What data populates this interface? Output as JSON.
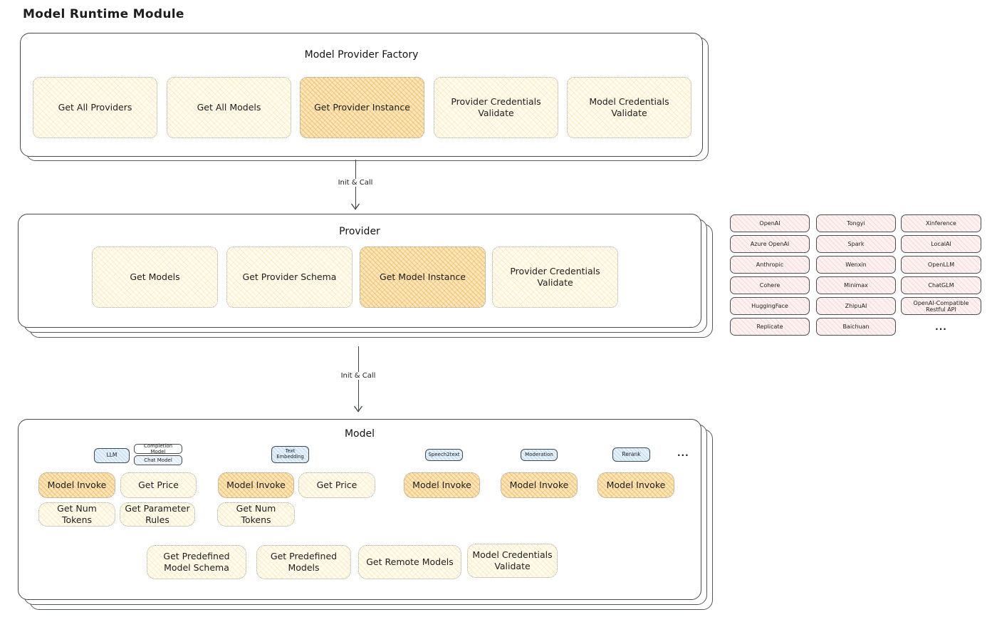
{
  "title": "Model Runtime Module",
  "arrows": {
    "factory_to_provider": "Init & Call",
    "provider_to_model": "Init & Call"
  },
  "factory": {
    "title": "Model Provider Factory",
    "ops": [
      "Get All Providers",
      "Get All Models",
      "Get Provider Instance",
      "Provider Credentials Validate",
      "Model Credentials Validate"
    ],
    "highlighted_op": "Get Provider Instance"
  },
  "provider": {
    "title": "Provider",
    "ops": [
      "Get Models",
      "Get Provider Schema",
      "Get Model Instance",
      "Provider Credentials Validate"
    ],
    "highlighted_op": "Get Model Instance"
  },
  "providers_grid": {
    "rows": [
      [
        "OpenAI",
        "Tongyi",
        "Xinference"
      ],
      [
        "Azure OpenAI",
        "Spark",
        "LocalAI"
      ],
      [
        "Anthropic",
        "Wenxin",
        "OpenLLM"
      ],
      [
        "Cohere",
        "Minimax",
        "ChatGLM"
      ],
      [
        "HuggingFace",
        "ZhipuAI",
        "OpenAI-Compatible Restful API"
      ],
      [
        "Replicate",
        "Baichuan",
        "..."
      ]
    ]
  },
  "model": {
    "title": "Model",
    "types": [
      "LLM",
      "Completion Model",
      "Chat Model",
      "Text Embedding",
      "Speech2text",
      "Moderation",
      "Rerank",
      "..."
    ],
    "ops": {
      "llm": [
        "Model Invoke",
        "Get Price",
        "Get Num Tokens",
        "Get Parameter Rules"
      ],
      "text_embedding": [
        "Model Invoke",
        "Get Price",
        "Get Num Tokens"
      ],
      "speech2text": [
        "Model Invoke"
      ],
      "moderation": [
        "Model Invoke"
      ],
      "rerank": [
        "Model Invoke"
      ],
      "common": [
        "Get Predefined Model Schema",
        "Get Predefined Models",
        "Get Remote Models",
        "Model Credentials Validate"
      ]
    },
    "highlighted_op": "Model Invoke"
  },
  "colors": {
    "op_fill": "#fffbee",
    "op_highlight": "#fbe7bb",
    "provider_chip_fill": "#fdf2f1",
    "type_tag_fill": "#e4f0fa",
    "container_border": "#46494d",
    "text": "#1d1d1d"
  }
}
